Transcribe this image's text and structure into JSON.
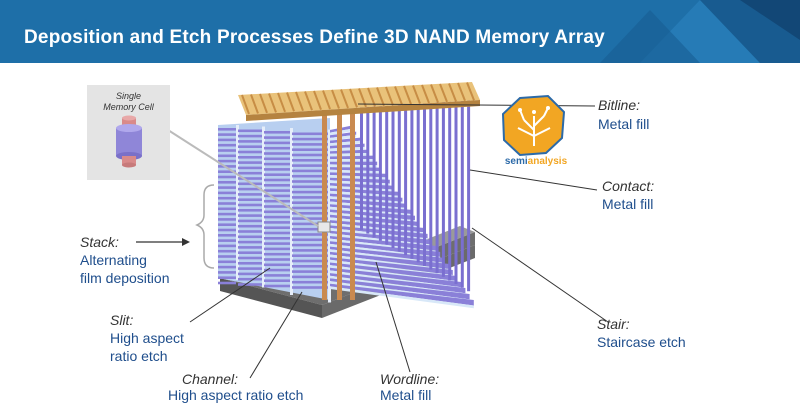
{
  "header": {
    "title": "Deposition and Etch Processes Define 3D NAND Memory Array"
  },
  "inset": {
    "line1": "Single",
    "line2": "Memory Cell"
  },
  "logo": {
    "part1": "semi",
    "part2": "analysis"
  },
  "labels": {
    "bitline": {
      "term": "Bitline:",
      "desc": "Metal fill"
    },
    "contact": {
      "term": "Contact:",
      "desc": "Metal fill"
    },
    "stack": {
      "term": "Stack:",
      "desc1": "Alternating",
      "desc2": "film deposition"
    },
    "slit": {
      "term": "Slit:",
      "desc1": "High aspect",
      "desc2": "ratio etch"
    },
    "stair": {
      "term": "Stair:",
      "desc": "Staircase etch"
    },
    "channel": {
      "term": "Channel:",
      "desc": "High aspect ratio etch"
    },
    "wordline": {
      "term": "Wordline:",
      "desc": "Metal fill"
    }
  },
  "colors": {
    "header": "#1e6fa8",
    "label_blue": "#1f4e8c",
    "film_purple": "#8a80d8",
    "film_light": "#d8e8f8",
    "copper": "#c98a50",
    "logo_orange": "#f2a623"
  }
}
